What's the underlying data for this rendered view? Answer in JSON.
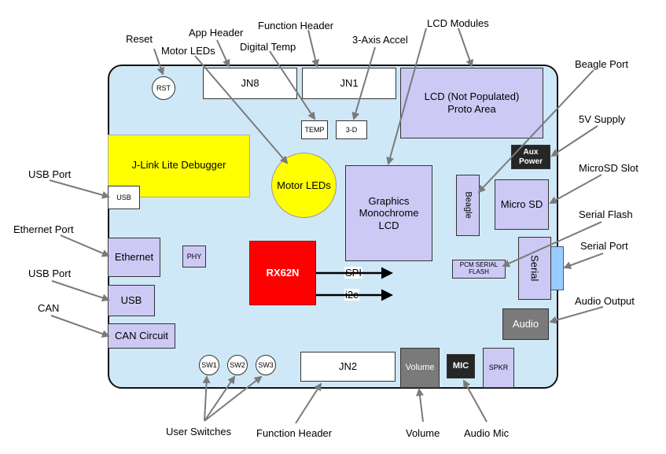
{
  "components": {
    "jn8": "JN8",
    "jn1": "JN1",
    "jn2": "JN2",
    "lcd_proto": "LCD (Not Populated)\nProto Area",
    "rst": "RST",
    "temp": "TEMP",
    "accel": "3-D",
    "jlink": "J-Link Lite Debugger",
    "usb_small": "USB",
    "motor_leds": "Motor LEDs",
    "graphics_lcd": "Graphics\nMonochrome\nLCD",
    "beagle": "Beagle",
    "aux_power": "Aux\nPower",
    "micro_sd": "Micro SD",
    "ethernet": "Ethernet",
    "phy": "PHY",
    "rx62n": "RX62N",
    "spi": "SPI",
    "i2c": "i2c",
    "pcm_serial_flash": "PCM SERIAL\nFLASH",
    "serial": "Serial",
    "usb": "USB",
    "audio": "Audio",
    "can_circuit": "CAN Circuit",
    "sw1": "SW1",
    "sw2": "SW2",
    "sw3": "SW3",
    "volume": "Volume",
    "mic": "MIC",
    "spkr": "SPKR"
  },
  "callouts": {
    "reset": "Reset",
    "app_header": "App Header",
    "function_header_top": "Function Header",
    "lcd_modules": "LCD Modules",
    "motor_leds": "Motor LEDs",
    "digital_temp": "Digital Temp",
    "accel": "3-Axis Accel",
    "beagle_port": "Beagle Port",
    "supply_5v": "5V Supply",
    "microsd_slot": "MicroSD Slot",
    "serial_flash": "Serial Flash",
    "serial_port": "Serial Port",
    "audio_output": "Audio Output",
    "usb_port_top": "USB Port",
    "ethernet_port": "Ethernet Port",
    "usb_port_bottom": "USB Port",
    "can": "CAN",
    "user_switches": "User Switches",
    "function_header_bottom": "Function Header",
    "volume": "Volume",
    "audio_mic": "Audio Mic"
  },
  "colors": {
    "board": "#cfe8f7",
    "lavender": "#cdc9f5",
    "yellow": "#ffff00",
    "red": "#ff0000",
    "gray": "#7a7a7a",
    "dark": "#262626",
    "serial_connector": "#99ccff"
  }
}
